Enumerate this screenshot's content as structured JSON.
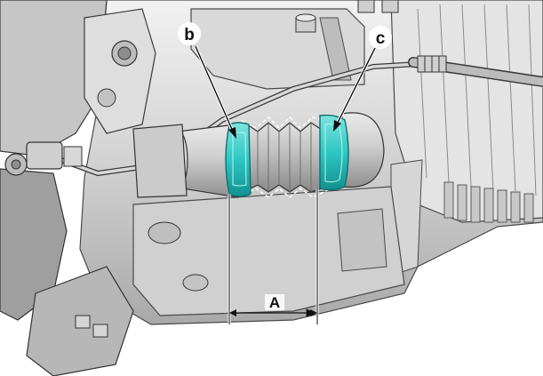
{
  "callouts": {
    "b": "b",
    "c": "c"
  },
  "dimension": {
    "label": "A"
  },
  "colors": {
    "highlight_clamp": "#2cc7c4",
    "highlight_clamp_dark": "#12918f",
    "metal_light": "#e6e6e6",
    "metal_mid": "#c9c9c9",
    "metal_dark": "#9a9a9a",
    "outline": "#3a3a3a"
  }
}
